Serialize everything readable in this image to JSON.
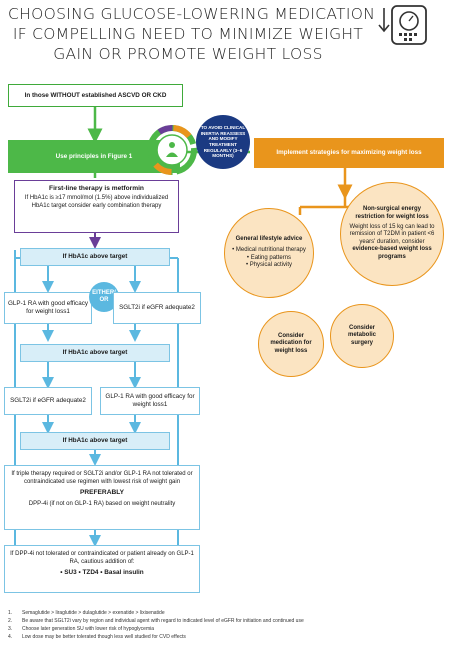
{
  "title": {
    "line1": "CHOOSING GLUCOSE-LOWERING MEDICATION",
    "line2": "IF COMPELLING NEED TO MINIMIZE WEIGHT",
    "line3": "GAIN OR PROMOTE WEIGHT LOSS"
  },
  "colors": {
    "green": "#4db848",
    "orange": "#e9951c",
    "purple": "#6a3e98",
    "blue": "#5bb8e0",
    "navy": "#1b3a82",
    "peach": "#fbe4c2"
  },
  "nodes": {
    "without_ascvd": "In those WITHOUT established ASCVD OR CKD",
    "use_principles": "Use principles in Figure 1",
    "avoid_inertia": "TO AVOID CLINICAL INERTIA REASSESS AND MODIFY TREATMENT REGULARLY (3–6 MONTHS)",
    "implement": "Implement strategies for maximizing weight loss",
    "first_line_title": "First-line therapy is metformin",
    "first_line_body": "If HbA1c is ≥17 mmol/mol (1.5%) above individualized HbA1c target consider early combination therapy",
    "hba1c_1": "If HbA1c above target",
    "glp1_a": "GLP-1 RA with good efficacy for weight loss1",
    "either_or": "EITHER/ OR",
    "sglt2_a": "SGLT2i if eGFR adequate2",
    "hba1c_2": "If HbA1c above target",
    "sglt2_b": "SGLT2i if eGFR adequate2",
    "glp1_b": "GLP-1 RA with good efficacy for weight loss1",
    "hba1c_3": "If HbA1c above target",
    "triple_body": "If triple therapy required or SGLT2i and/or GLP-1 RA not tolerated or contraindicated use regimen with lowest risk of weight gain",
    "preferably": "PREFERABLY",
    "dpp4": "DPP-4i (if not on GLP-1 RA) based on weight neutrality",
    "last_body": "If DPP-4i not tolerated or contraindicated or patient already on GLP-1 RA, cautious addition of:",
    "last_drugs": "• SU3 • TZD4 • Basal insulin"
  },
  "circles": {
    "lifestyle_title": "General lifestyle advice",
    "lifestyle_items": [
      "• Medical nutritional therapy",
      "• Eating patterns",
      "• Physical activity"
    ],
    "energy_title": "Non-surgical energy restriction for weight loss",
    "energy_body": "Weight loss of 15 kg can lead to remission of T2DM in patient <6 years' duration, consider",
    "energy_bold": "evidence-based weight loss programs",
    "medication": "Consider medication for weight loss",
    "surgery": "Consider metabolic surgery"
  },
  "footnotes": [
    {
      "num": "1.",
      "text": "Semaglutide > liraglutide > dulaglutide > exenatide > lixisenatide"
    },
    {
      "num": "2.",
      "text": "Be aware that SGLT2i vary by region and individual agent with regard to indicated level of eGFR for initiation and continued use"
    },
    {
      "num": "3.",
      "text": "Choose later generation SU with lower risk of hypoglycemia"
    },
    {
      "num": "4.",
      "text": "Low dose may be better tolerated though less well studied for CVD effects"
    }
  ]
}
